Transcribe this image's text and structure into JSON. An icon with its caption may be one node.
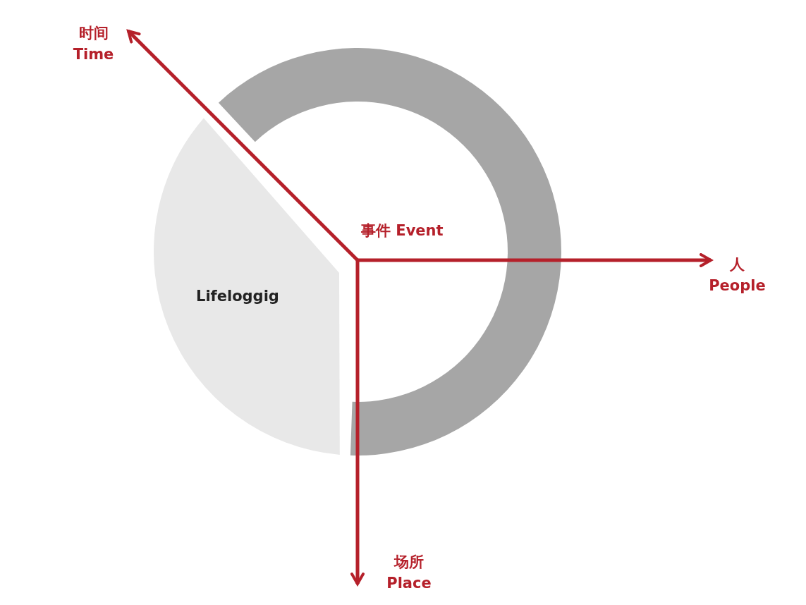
{
  "diagram": {
    "nodes": [
      {
        "text": [
          "时间 Time"
        ]
      },
      {
        "text": [],
        "shape": "ring"
      },
      {
        "text": [
          "人 People"
        ]
      },
      {
        "text": [
          "Lifeloggig"
        ]
      },
      {
        "text": [
          "场所 Place"
        ]
      }
    ],
    "edges": [
      {
        "from": null,
        "to": 0,
        "arrow": "to"
      },
      {
        "from": null,
        "to": 2,
        "arrow": "to"
      },
      {
        "from": null,
        "to": 4,
        "arrow": "to"
      }
    ],
    "labels": [
      "事件 Event"
    ]
  }
}
